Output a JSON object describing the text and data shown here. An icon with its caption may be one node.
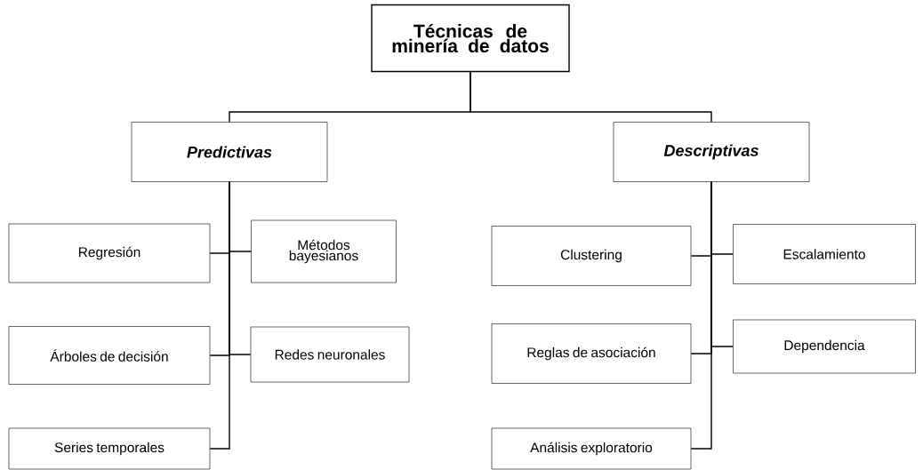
{
  "diagram": {
    "nodes": [
      {
        "text": [
          "Técnicas de minería de datos"
        ]
      },
      {
        "text": [
          "Predictivas"
        ]
      },
      {
        "text": [
          "Descriptivas"
        ]
      },
      {
        "text": [
          "Regresión"
        ]
      },
      {
        "text": [
          "Métodos bayesianos"
        ]
      },
      {
        "text": [
          "Árboles de decisión"
        ]
      },
      {
        "text": [
          "Redes neuronales"
        ]
      },
      {
        "text": [
          "Series temporales"
        ]
      },
      {
        "text": [
          "Clustering"
        ]
      },
      {
        "text": [
          "Escalamiento"
        ]
      },
      {
        "text": [
          "Reglas de asociación"
        ]
      },
      {
        "text": [
          "Dependencia"
        ]
      },
      {
        "text": [
          "Análisis exploratorio"
        ]
      }
    ],
    "edges": [
      {
        "from": 0,
        "to": 1,
        "arrow": "none"
      },
      {
        "from": 0,
        "to": 2,
        "arrow": "none"
      },
      {
        "from": 1,
        "to": 3,
        "arrow": "none"
      },
      {
        "from": 1,
        "to": 4,
        "arrow": "none"
      },
      {
        "from": 1,
        "to": 5,
        "arrow": "none"
      },
      {
        "from": 1,
        "to": 6,
        "arrow": "none"
      },
      {
        "from": 1,
        "to": 7,
        "arrow": "none"
      },
      {
        "from": 2,
        "to": 8,
        "arrow": "none"
      },
      {
        "from": 2,
        "to": 9,
        "arrow": "none"
      },
      {
        "from": 2,
        "to": 10,
        "arrow": "none"
      },
      {
        "from": 2,
        "to": 11,
        "arrow": "none"
      },
      {
        "from": 2,
        "to": 12,
        "arrow": "none"
      }
    ]
  }
}
